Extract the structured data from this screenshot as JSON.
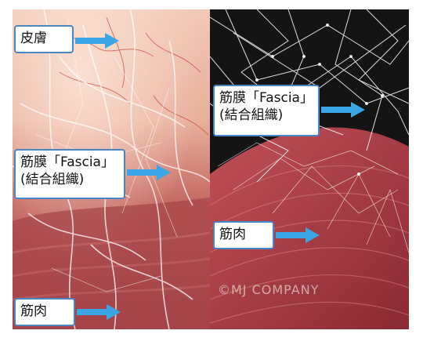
{
  "left_panel": {
    "label_skin": "皮膚",
    "label_fascia_line1": "筋膜「Fascia」",
    "label_fascia_line2": "(結合組織)",
    "label_muscle": "筋肉"
  },
  "right_panel": {
    "label_fascia_line1": "筋膜「Fascia」",
    "label_fascia_line2": "(結合組織)",
    "label_muscle": "筋肉",
    "watermark": "©MJ COMPANY"
  },
  "colors": {
    "arrow": "#3aa6e8",
    "label_border": "#4a86c5",
    "muscle": "#a4343c",
    "skin": "#e7b3a0",
    "fascia_bg": "#141414"
  }
}
